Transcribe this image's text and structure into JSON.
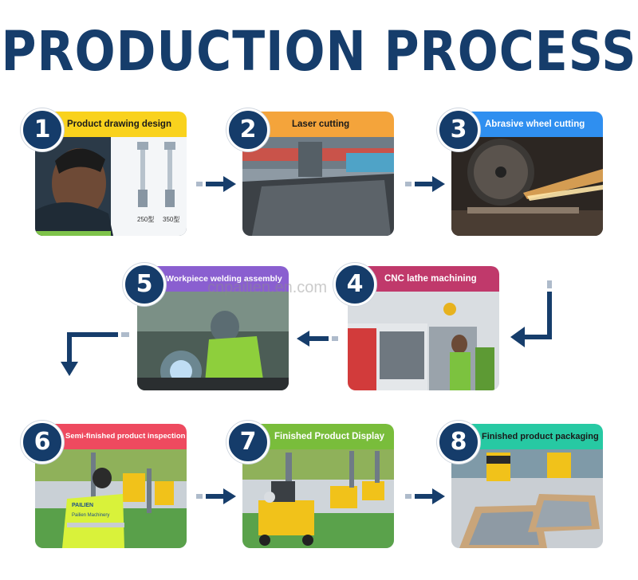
{
  "title": "PRODUCTION PROCESS",
  "watermark": "cnpailien.en.com",
  "colors": {
    "title": "#163d6b",
    "badge": "#153c6a",
    "arrow": "#163d6b",
    "yellow": "#f9d21d",
    "orange": "#f4a43b",
    "blue": "#2f8ff0",
    "purple": "#8a5fd0",
    "magenta": "#c0396b",
    "red": "#ee4a5f",
    "green": "#79bd3b",
    "teal": "#27c9a3"
  },
  "steps": [
    {
      "number": "1",
      "label": "Product drawing design"
    },
    {
      "number": "2",
      "label": "Laser cutting"
    },
    {
      "number": "3",
      "label": "Abrasive wheel cutting"
    },
    {
      "number": "4",
      "label": "CNC lathe machining"
    },
    {
      "number": "5",
      "label": "Workpiece welding assembly"
    },
    {
      "number": "6",
      "label": "Semi-finished product inspection"
    },
    {
      "number": "7",
      "label": "Finished Product Display"
    },
    {
      "number": "8",
      "label": "Finished product packaging"
    }
  ],
  "drawing_labels": [
    "250型",
    "350型"
  ],
  "vest_text": [
    "PAILIEN",
    "Pailien Machinery"
  ]
}
